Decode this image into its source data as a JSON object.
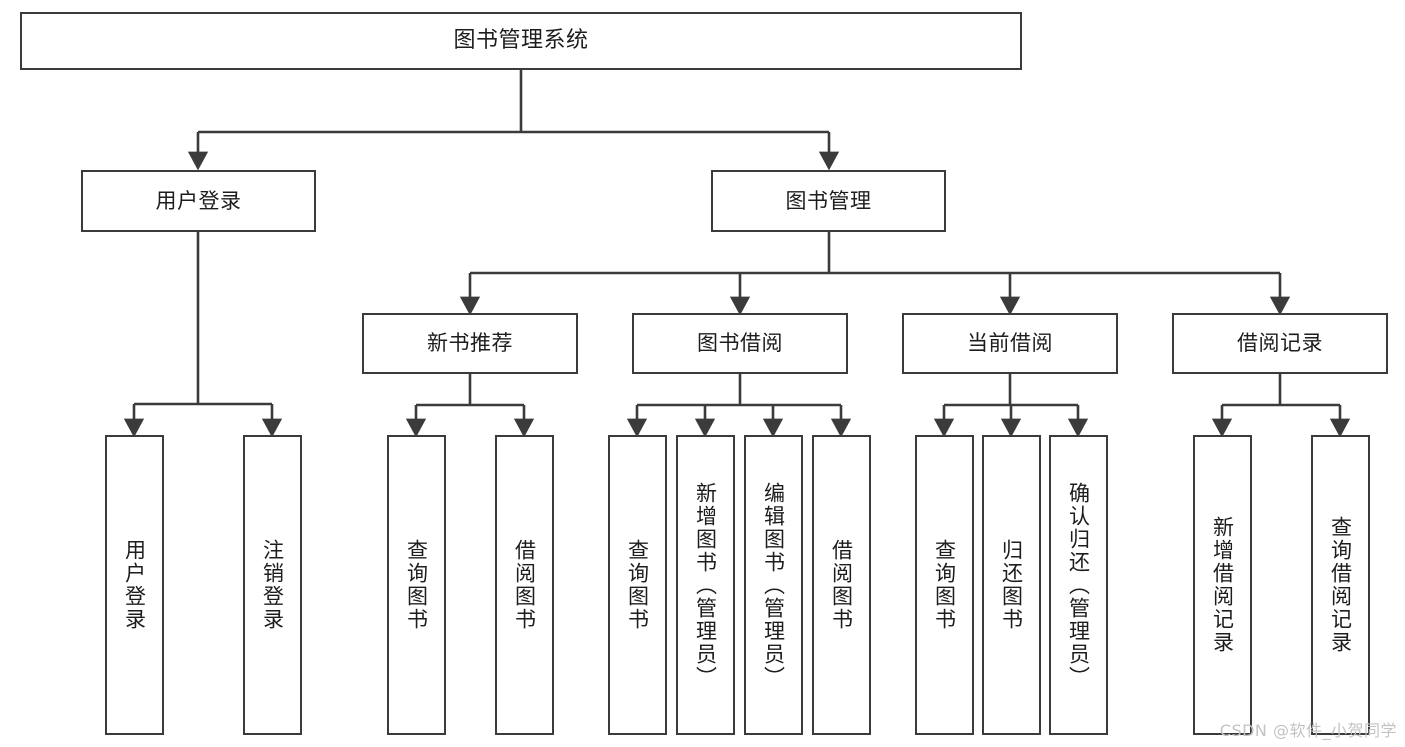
{
  "diagram": {
    "title": "图书管理系统",
    "type": "hierarchy-tree",
    "root": {
      "id": "root",
      "label": "图书管理系统"
    },
    "level2": [
      {
        "id": "user-login",
        "label": "用户登录"
      },
      {
        "id": "book-manage",
        "label": "图书管理"
      }
    ],
    "level3": [
      {
        "id": "new-book-recommend",
        "label": "新书推荐",
        "parent": "book-manage"
      },
      {
        "id": "book-borrow",
        "label": "图书借阅",
        "parent": "book-manage"
      },
      {
        "id": "current-borrow",
        "label": "当前借阅",
        "parent": "book-manage"
      },
      {
        "id": "borrow-record",
        "label": "借阅记录",
        "parent": "book-manage"
      }
    ],
    "leaves": [
      {
        "id": "leaf-user-login",
        "label": "用户登录",
        "parent": "user-login"
      },
      {
        "id": "leaf-user-logout",
        "label": "注销登录",
        "parent": "user-login"
      },
      {
        "id": "leaf-query-book-1",
        "label": "查询图书",
        "parent": "new-book-recommend"
      },
      {
        "id": "leaf-borrow-book-1",
        "label": "借阅图书",
        "parent": "new-book-recommend"
      },
      {
        "id": "leaf-query-book-2",
        "label": "查询图书",
        "parent": "book-borrow"
      },
      {
        "id": "leaf-add-book",
        "label": "新增图书（管理员）",
        "parent": "book-borrow"
      },
      {
        "id": "leaf-edit-book",
        "label": "编辑图书（管理员）",
        "parent": "book-borrow"
      },
      {
        "id": "leaf-borrow-book-2",
        "label": "借阅图书",
        "parent": "book-borrow"
      },
      {
        "id": "leaf-query-book-3",
        "label": "查询图书",
        "parent": "current-borrow"
      },
      {
        "id": "leaf-return-book",
        "label": "归还图书",
        "parent": "current-borrow"
      },
      {
        "id": "leaf-confirm-return",
        "label": "确认归还（管理员）",
        "parent": "current-borrow"
      },
      {
        "id": "leaf-add-record",
        "label": "新增借阅记录",
        "parent": "borrow-record"
      },
      {
        "id": "leaf-query-record",
        "label": "查询借阅记录",
        "parent": "borrow-record"
      }
    ]
  },
  "watermark": {
    "text": "CSDN @软件_小贺同学"
  },
  "colors": {
    "border": "#3b3b3b",
    "text": "#1d1d1d",
    "background": "#ffffff",
    "connector": "#3b3b3b",
    "watermark": "#c3c3c3"
  }
}
